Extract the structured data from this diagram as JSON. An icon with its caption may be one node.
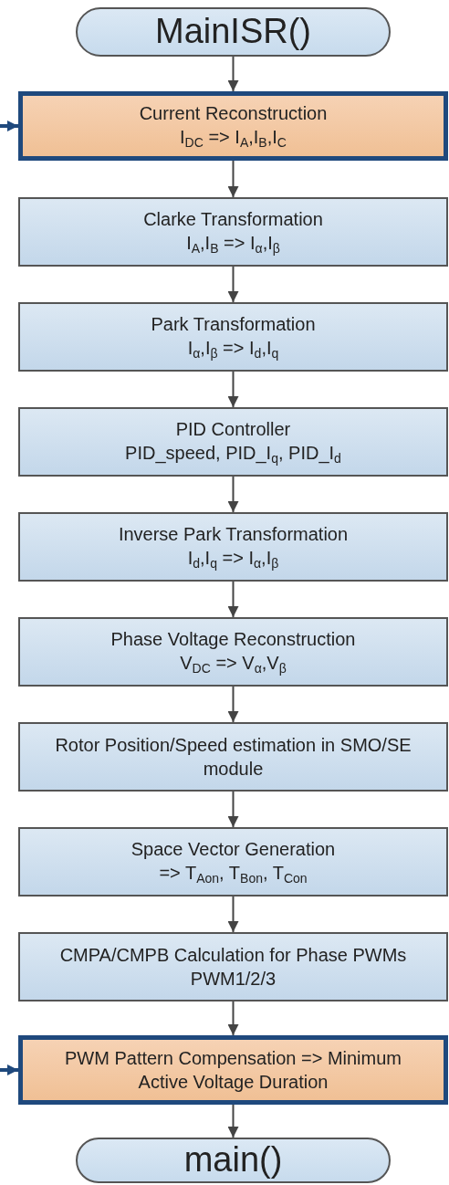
{
  "diagram": {
    "nodes": [
      {
        "text": [
          "MainISR()"
        ]
      },
      {
        "text": [
          "Current Reconstruction",
          "I$_{DC}$ => I$_{A}$,I$_{B}$,I$_{C}$"
        ]
      },
      {
        "text": [
          "Clarke Transformation",
          "I$_{A}$,I$_{B}$ => I$_{α}$,I$_{β}$"
        ]
      },
      {
        "text": [
          "Park Transformation",
          "I$_{α}$,I$_{β}$ => I$_{d}$,I$_{q}$"
        ]
      },
      {
        "text": [
          "PID Controller",
          "PID_speed, PID_I$_{q}$, PID_I$_{d}$"
        ]
      },
      {
        "text": [
          "Inverse Park Transformation",
          "I$_{d}$,I$_{q}$ => I$_{α}$,I$_{β}$"
        ]
      },
      {
        "text": [
          "Phase Voltage Reconstruction",
          "V$_{DC}$ =>  V$_{α}$,V$_{β}$"
        ]
      },
      {
        "text": [
          "Rotor Position/Speed estimation in SMO/SE module"
        ]
      },
      {
        "text": [
          "Space Vector Generation",
          "=> T$_{Aon}$, T$_{Bon}$, T$_{Con}$"
        ]
      },
      {
        "text": [
          "CMPA/CMPB Calculation for Phase PWMs PWM1/2/3"
        ]
      },
      {
        "text": [
          "PWM Pattern Compensation => Minimum Active Voltage Duration"
        ]
      },
      {
        "text": [
          "main()"
        ]
      }
    ],
    "edges": [
      {
        "from": 0,
        "to": 1,
        "arrow": "to"
      },
      {
        "from": 1,
        "to": 2,
        "arrow": "to"
      },
      {
        "from": 2,
        "to": 3,
        "arrow": "to"
      },
      {
        "from": 3,
        "to": 4,
        "arrow": "to"
      },
      {
        "from": 4,
        "to": 5,
        "arrow": "to"
      },
      {
        "from": 5,
        "to": 6,
        "arrow": "to"
      },
      {
        "from": 6,
        "to": 7,
        "arrow": "to"
      },
      {
        "from": 7,
        "to": 8,
        "arrow": "to"
      },
      {
        "from": 8,
        "to": 9,
        "arrow": "to"
      },
      {
        "from": 9,
        "to": 10,
        "arrow": "to"
      },
      {
        "from": 10,
        "to": 11,
        "arrow": "to"
      },
      {
        "from": null,
        "to": 1,
        "arrow": "to",
        "style": "thick",
        "color": "#1f497d"
      },
      {
        "from": null,
        "to": 10,
        "arrow": "to",
        "style": "thick",
        "color": "#1f497d"
      }
    ]
  }
}
